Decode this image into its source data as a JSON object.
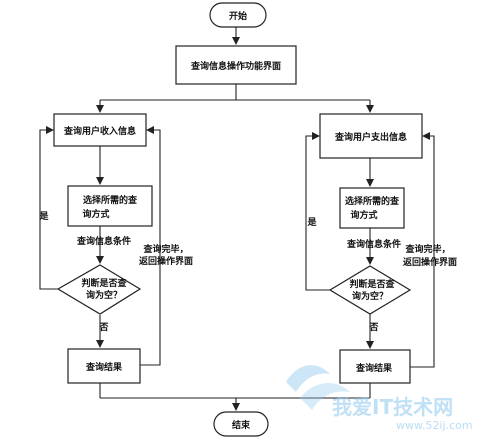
{
  "nodes": {
    "start": "开始",
    "main_ui": "查询信息操作功能界面",
    "left_query": "查询用户收入信息",
    "left_select_1": "选择所需的查",
    "left_select_2": "询方式",
    "left_cond": "查询信息条件",
    "left_decision_1": "判断是否查",
    "left_decision_2": "询为空？",
    "left_result": "查询结果",
    "right_query": "查询用户支出信息",
    "right_select_1": "选择所需的查",
    "right_select_2": "询方式",
    "right_cond": "查询信息条件",
    "right_decision_1": "判断是否查",
    "right_decision_2": "询为空？",
    "right_result": "查询结果",
    "end": "结束"
  },
  "edges": {
    "left_yes": "是",
    "left_no": "否",
    "left_done_1": "查询完毕，",
    "left_done_2": "返回操作界面",
    "right_yes": "是",
    "right_no": "否",
    "right_done_1": "查询完毕，",
    "right_done_2": "返回操作界面"
  },
  "watermark": {
    "text": "我爱IT技术网",
    "url": "www.52ij.com"
  }
}
